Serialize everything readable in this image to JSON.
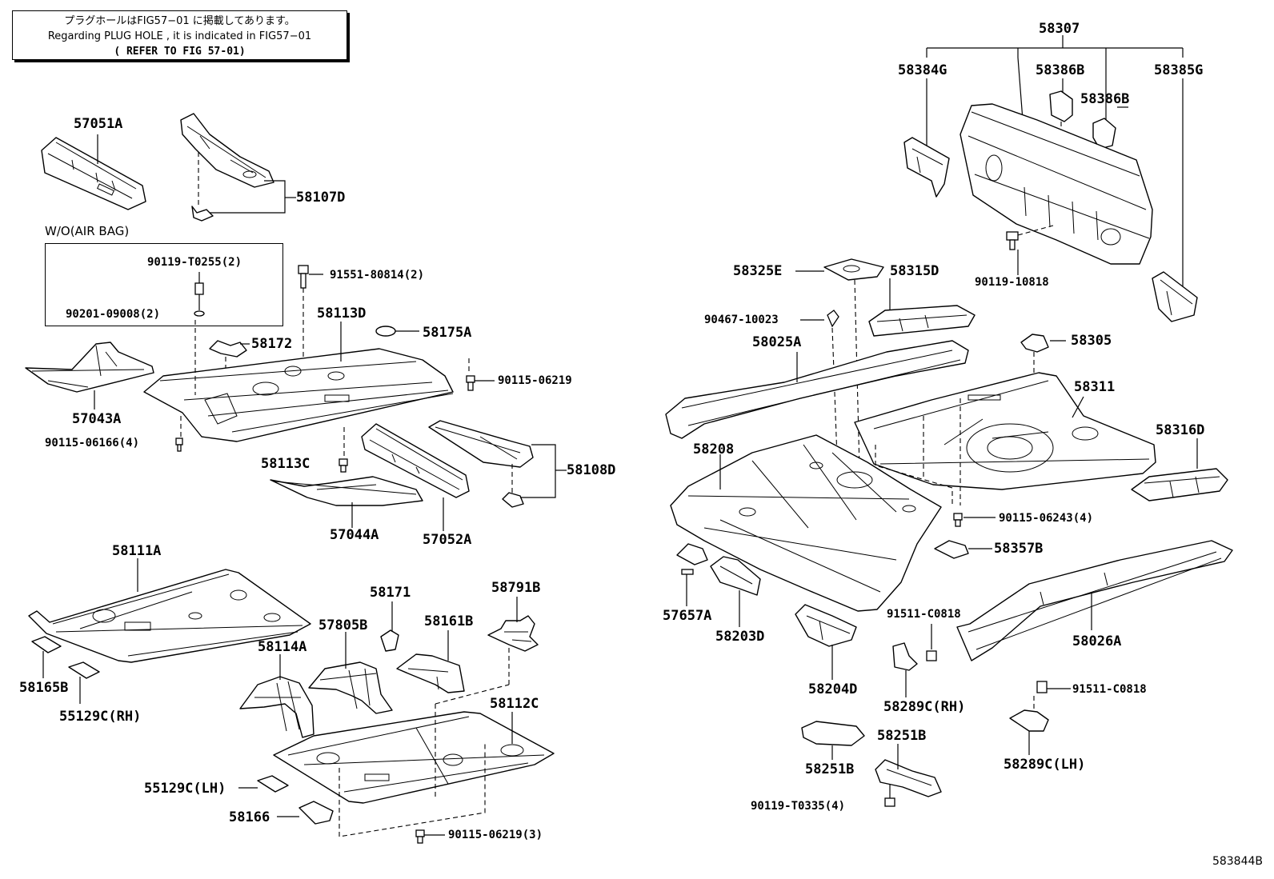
{
  "note": {
    "line_jp": "プラグホールはFIG57−01 に掲載してあります。",
    "line_en": "Regarding PLUG HOLE , it is indicated in FIG57−01",
    "line_ref": "( REFER TO FIG 57-01)"
  },
  "inset_caption": "W/O(AIR BAG)",
  "labels": {
    "p57051A": "57051A",
    "p58107D": "58107D",
    "p90119T0255": "90119-T0255(2)",
    "p90201": "90201-09008(2)",
    "p91551": "91551-80814(2)",
    "p58113D": "58113D",
    "p58175A": "58175A",
    "p58172": "58172",
    "p90115_06219a": "90115-06219",
    "p57043A": "57043A",
    "p90115_06166": "90115-06166(4)",
    "p58113C": "58113C",
    "p58108D": "58108D",
    "p57044A": "57044A",
    "p57052A": "57052A",
    "p58111A": "58111A",
    "p58171": "58171",
    "p58791B": "58791B",
    "p57805B": "57805B",
    "p58161B": "58161B",
    "p58114A": "58114A",
    "p58165B": "58165B",
    "p55129C_RH": "55129C(RH)",
    "p58112C": "58112C",
    "p55129C_LH": "55129C(LH)",
    "p58166": "58166",
    "p90115_06219b": "90115-06219(3)",
    "p58307": "58307",
    "p58384G": "58384G",
    "p58386B_1": "58386B",
    "p58386B_2": "58386B",
    "p58385G": "58385G",
    "p90119_10818": "90119-10818",
    "p58325E": "58325E",
    "p58315D": "58315D",
    "p90467": "90467-10023",
    "p58025A": "58025A",
    "p58305": "58305",
    "p58311": "58311",
    "p58316D": "58316D",
    "p58208": "58208",
    "p90115_06243": "90115-06243(4)",
    "p58357B": "58357B",
    "p57657A": "57657A",
    "p58203D": "58203D",
    "p91511_a": "91511-C0818",
    "p58204D": "58204D",
    "p58026A": "58026A",
    "p58289C_RH": "58289C(RH)",
    "p91511_b": "91511-C0818",
    "p58251B_1": "58251B",
    "p58251B_2": "58251B",
    "p58289C_LH": "58289C(LH)",
    "p90119_T0335": "90119-T0335(4)"
  },
  "figure_id": "583844B"
}
